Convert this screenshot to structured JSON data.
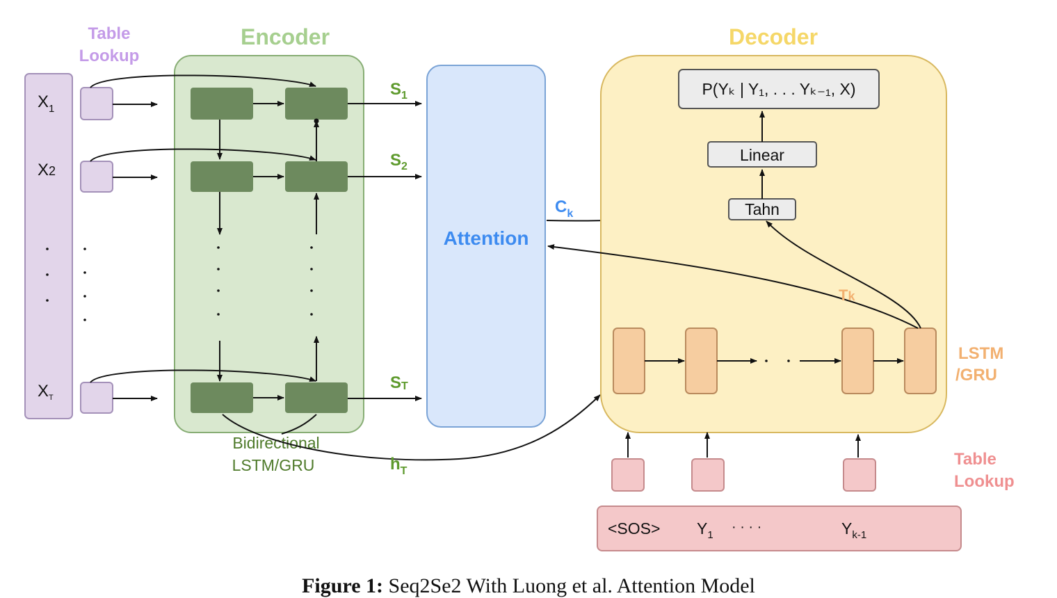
{
  "encoder": {
    "title": "Encoder",
    "caption_line1": "Bidirectional",
    "caption_line2": "LSTM/GRU"
  },
  "decoder": {
    "title": "Decoder"
  },
  "lookup_left": {
    "line1": "Table",
    "line2": "Lookup"
  },
  "lookup_right": {
    "line1": "Table",
    "line2": "Lookup"
  },
  "inputs": [
    {
      "base": "X",
      "sub": "1"
    },
    {
      "base": "X",
      "sub": "2"
    },
    {
      "base": "X",
      "sub": "T"
    }
  ],
  "enc_outputs": [
    {
      "base": "S",
      "sub": "1"
    },
    {
      "base": "S",
      "sub": "2"
    },
    {
      "base": "S",
      "sub": "T"
    }
  ],
  "hidden_final": {
    "base": "h",
    "sub": "T"
  },
  "context": {
    "base": "C",
    "sub": "k"
  },
  "attention": {
    "label": "Attention"
  },
  "decoder_state": {
    "base": "T",
    "sub": "k"
  },
  "tahn": {
    "label": "Tahn"
  },
  "linear": {
    "label": "Linear"
  },
  "prob": {
    "label": "P(Yₖ | Y₁, . . . Yₖ₋₁, X)"
  },
  "rnn_label": {
    "line1": "LSTM",
    "line2": "/GRU"
  },
  "dec_inputs": {
    "sos": "<SOS>",
    "y1_base": "Y",
    "y1_sub": "1",
    "dots": "·  ·  ·  ·",
    "yk_base": "Y",
    "yk_sub": "k-1"
  },
  "figure_caption": {
    "prefix": "Figure 1:",
    "text": "Seq2Se2 With Luong et al. Attention Model"
  },
  "colors": {
    "purple_fill": "#e2d5ea",
    "purple_stroke": "#a390b8",
    "purple_text": "#c49be8",
    "green_fill": "#d9e8cf",
    "green_stroke": "#87ad74",
    "green_cell": "#6d8a5e",
    "green_text": "#a6cf8f",
    "green_label": "#4e7a2a",
    "blue_fill": "#d9e7fb",
    "blue_stroke": "#7aa3d6",
    "blue_text": "#3d8bf0",
    "yellow_fill": "#fdf0c4",
    "yellow_stroke": "#d8b85f",
    "yellow_text": "#f5d768",
    "orange_fill": "#f6cda0",
    "orange_stroke": "#b98a5d",
    "orange_text": "#f2b070",
    "pink_fill": "#f4c8c9",
    "pink_stroke": "#c58a8c",
    "pink_text": "#ef8f90",
    "gray_fill": "#ececec",
    "gray_stroke": "#555555"
  }
}
